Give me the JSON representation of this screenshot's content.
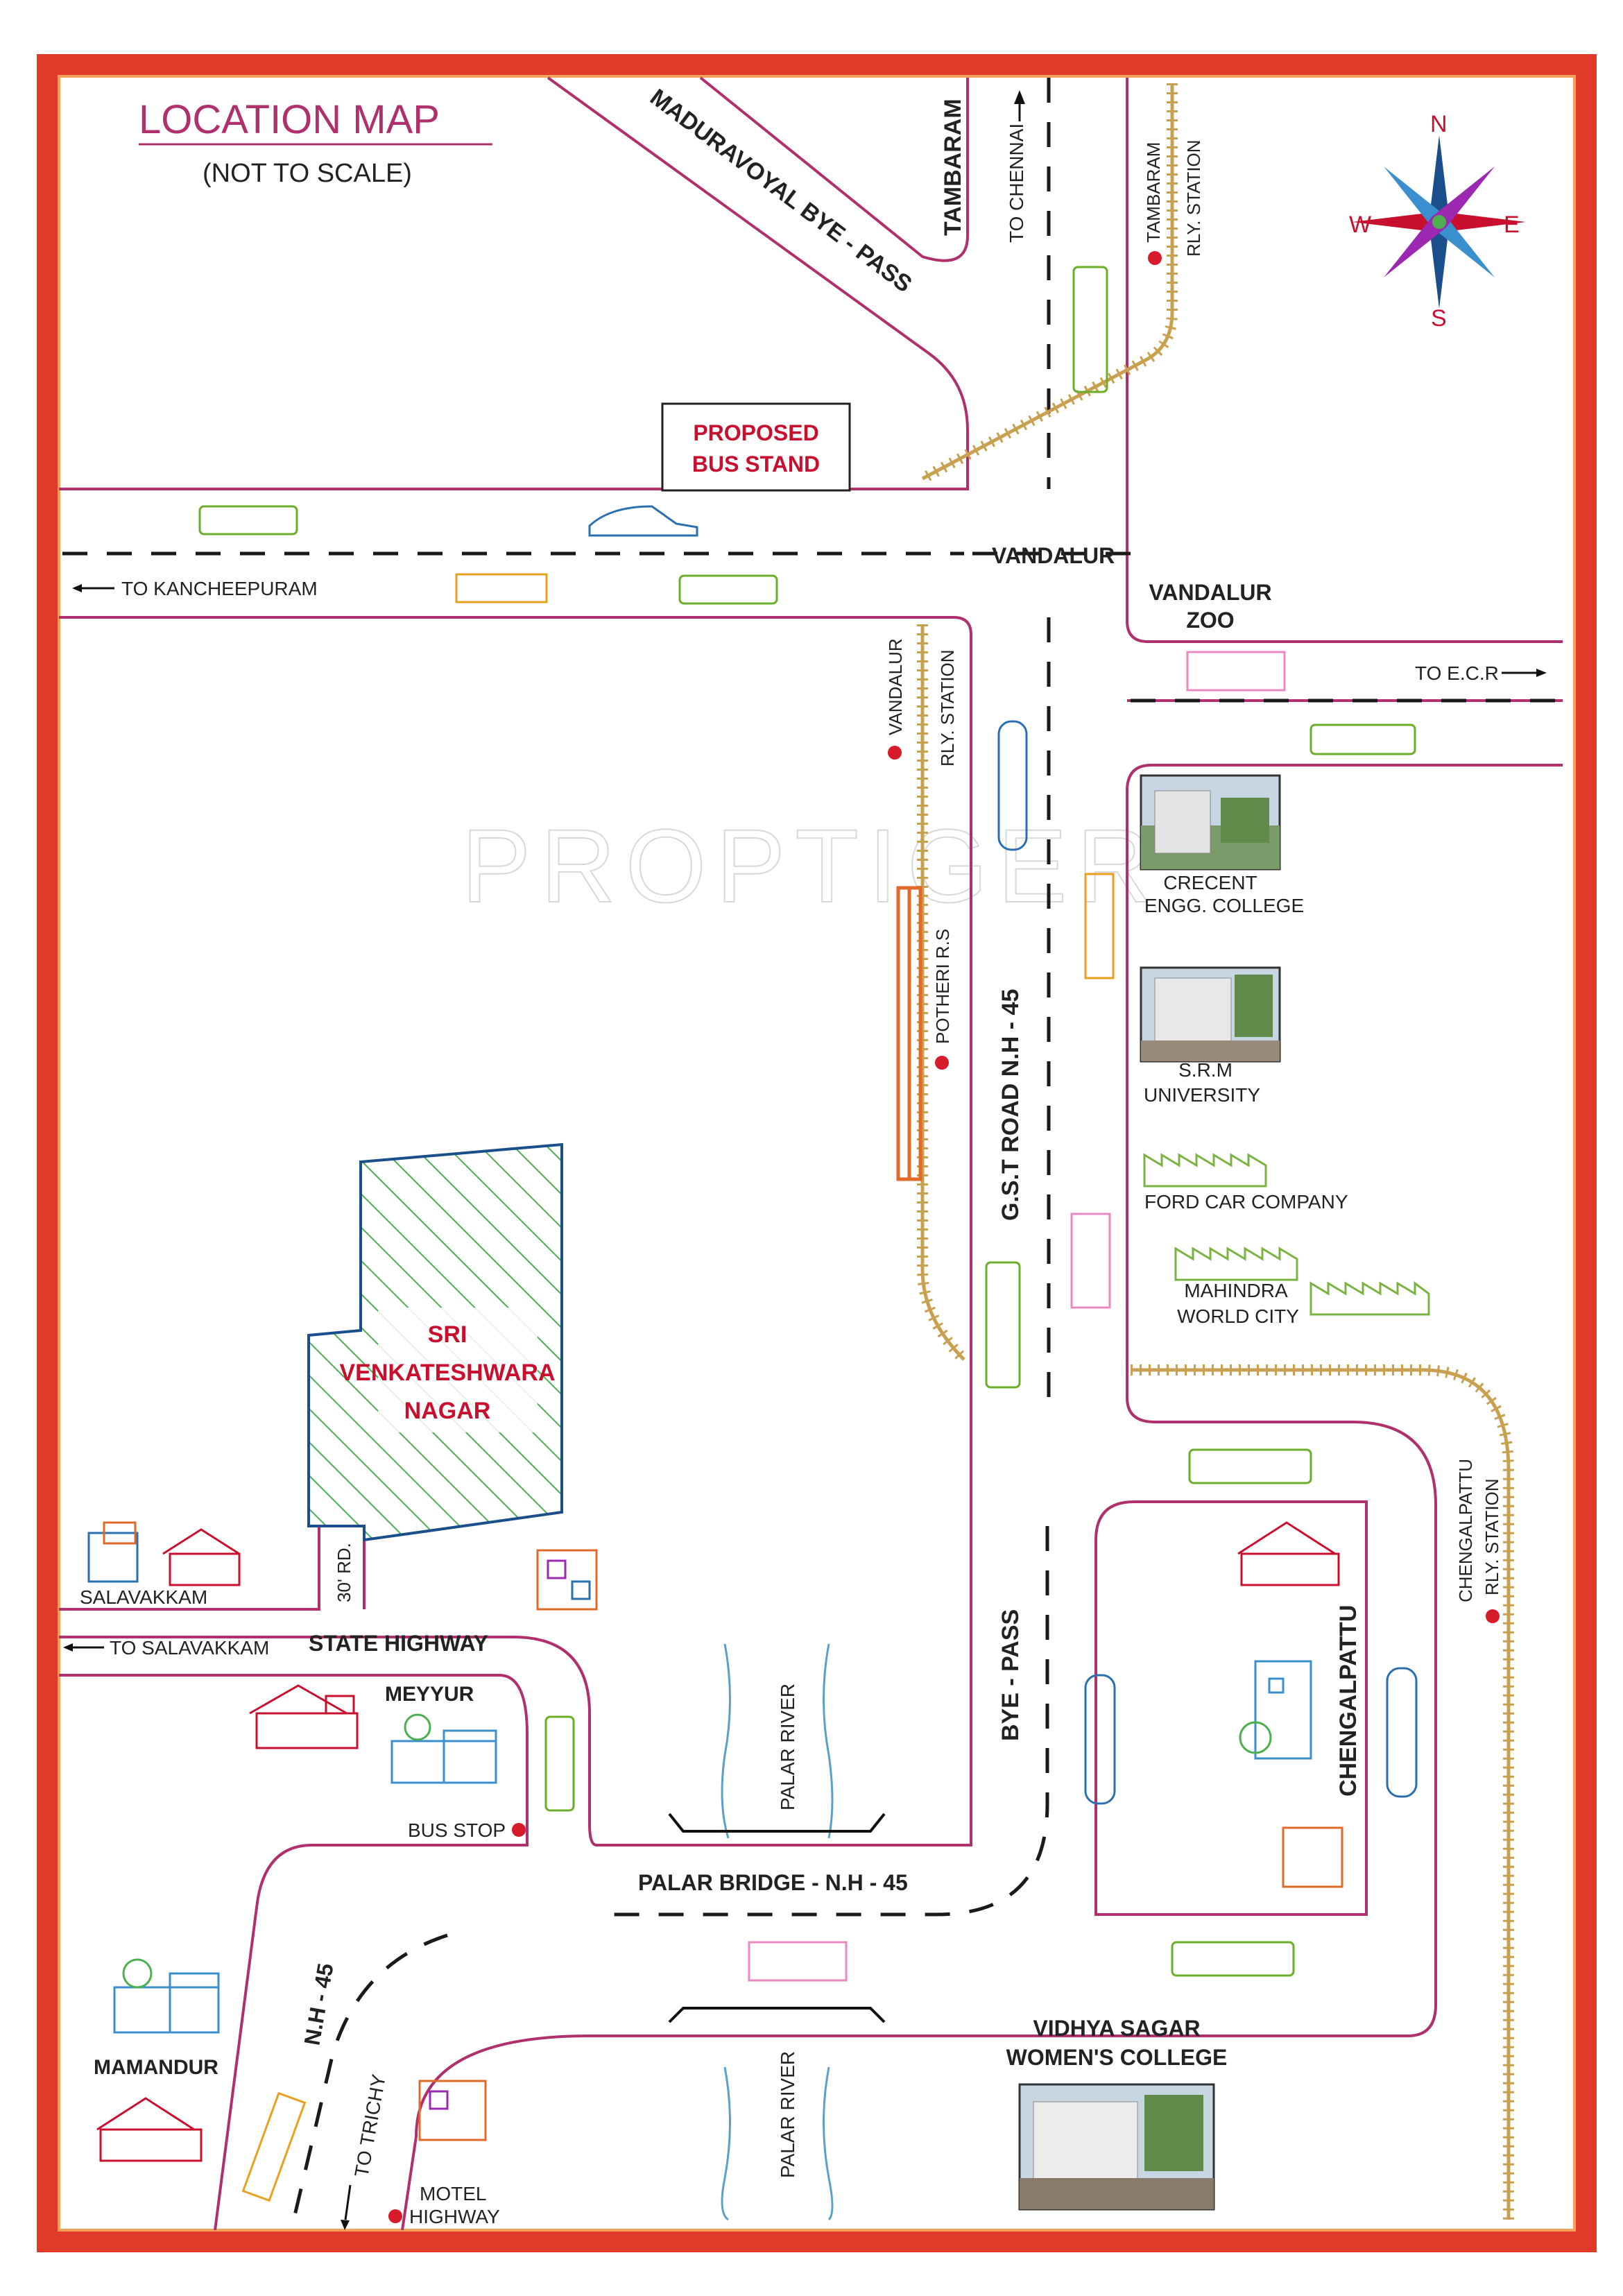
{
  "title": "LOCATION MAP",
  "subtitle": "(NOT TO SCALE)",
  "watermark": "PROPTIGER",
  "compass": {
    "north": "N",
    "south": "S",
    "east": "E",
    "west": "W"
  },
  "roads": {
    "madurai_bypass": "MADURAVOYAL BYE - PASS",
    "tambaram": "TAMBARAM",
    "to_chennai": "TO CHENNAI",
    "vandalur": "VANDALUR",
    "to_kancheepuram": "TO KANCHEEPURAM",
    "to_ecr": "TO E.C.R",
    "gst_road": "G.S.T ROAD N.H - 45",
    "bye_pass": "BYE - PASS",
    "state_highway": "STATE  HIGHWAY",
    "to_salavakkam": "TO SALAVAKKAM",
    "road_30": "30' RD.",
    "palar_bridge": "PALAR BRIDGE - N.H - 45",
    "nh45": "N.H - 45",
    "to_trichy": "TO TRICHY",
    "palar_river": "PALAR RIVER"
  },
  "stations": {
    "tambaram": [
      "TAMBARAM",
      "RLY. STATION"
    ],
    "vandalur": [
      "VANDALUR",
      "RLY. STATION"
    ],
    "potheri": "POTHERI R.S",
    "chengalpattu": [
      "CHENGALPATTU",
      "RLY. STATION"
    ]
  },
  "landmarks": {
    "proposed_bus_stand": [
      "PROPOSED",
      "BUS STAND"
    ],
    "vandalur_zoo": [
      "VANDALUR",
      "ZOO"
    ],
    "crescent": [
      "CRECENT",
      "ENGG. COLLEGE"
    ],
    "srm": [
      "S.R.M",
      "UNIVERSITY"
    ],
    "ford": "FORD CAR COMPANY",
    "mahindra": [
      "MAHINDRA",
      "WORLD CITY"
    ],
    "project": [
      "SRI",
      "VENKATESHWARA",
      "NAGAR"
    ],
    "salavakkam": "SALAVAKKAM",
    "meyyur": "MEYYUR",
    "bus_stop": "BUS STOP",
    "chengalpattu": "CHENGALPATTU",
    "mamandur": "MAMANDUR",
    "motel": [
      "MOTEL",
      "HIGHWAY"
    ],
    "vidhya": [
      "VIDHYA SAGAR",
      "WOMEN'S COLLEGE"
    ]
  },
  "colors": {
    "border": "#e03a2a",
    "road": "#b0306e",
    "title": "#b0306e",
    "marker": "#d81b2a",
    "project_hatch": "#4caf50",
    "project_outline": "#1a4f8c",
    "rail": "#c8a050",
    "river": "#5aa0c8"
  }
}
